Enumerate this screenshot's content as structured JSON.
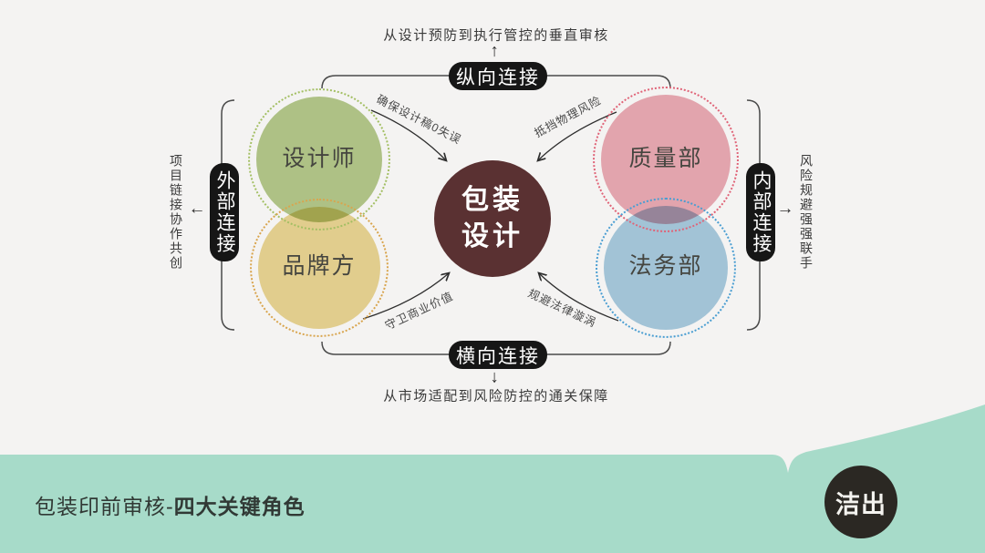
{
  "title": {
    "prefix": "包装印前审核-",
    "highlight": "四大关键角色"
  },
  "logo": {
    "text": "洁出"
  },
  "center": {
    "line1": "包装",
    "line2": "设计"
  },
  "circles": {
    "designer": {
      "label": "设计师"
    },
    "brand": {
      "label": "品牌方"
    },
    "quality": {
      "label": "质量部"
    },
    "legal": {
      "label": "法务部"
    }
  },
  "connections": {
    "top": {
      "badge": "纵向连接",
      "arrow": "↑",
      "note": "从设计预防到执行管控的垂直审核"
    },
    "bottom": {
      "badge": "横向连接",
      "arrow": "↓",
      "note": "从市场适配到风险防控的通关保障"
    },
    "left": {
      "badge": "外部连接",
      "arrow": "←",
      "note": "项目链接协作共创"
    },
    "right": {
      "badge": "内部连接",
      "arrow": "→",
      "note": "风险规避强强联手"
    }
  },
  "flow_labels": {
    "top_left": "确保设计稿0失误",
    "top_right": "抵挡物理风险",
    "bottom_left": "守卫商业价值",
    "bottom_right": "规避法律漩涡"
  },
  "icons": {
    "up_arrow": "up-arrow-icon",
    "down_arrow": "down-arrow-icon",
    "left_arrow": "left-arrow-icon",
    "right_arrow": "right-arrow-icon"
  },
  "colors": {
    "background": "#f4f3f2",
    "center_circle": "#5a3132",
    "designer_fill": "#b6cb8c",
    "designer_ring": "#a3bf63",
    "brand_fill": "#ecd795",
    "brand_ring": "#d9a54e",
    "quality_fill": "#edacb6",
    "quality_ring": "#e06377",
    "legal_fill": "#a9cde2",
    "legal_ring": "#4a9ed2",
    "badge": "#161616",
    "line": "#4a4a4a",
    "footer": "#a7dbc9",
    "logo_circle": "#2b2823"
  }
}
